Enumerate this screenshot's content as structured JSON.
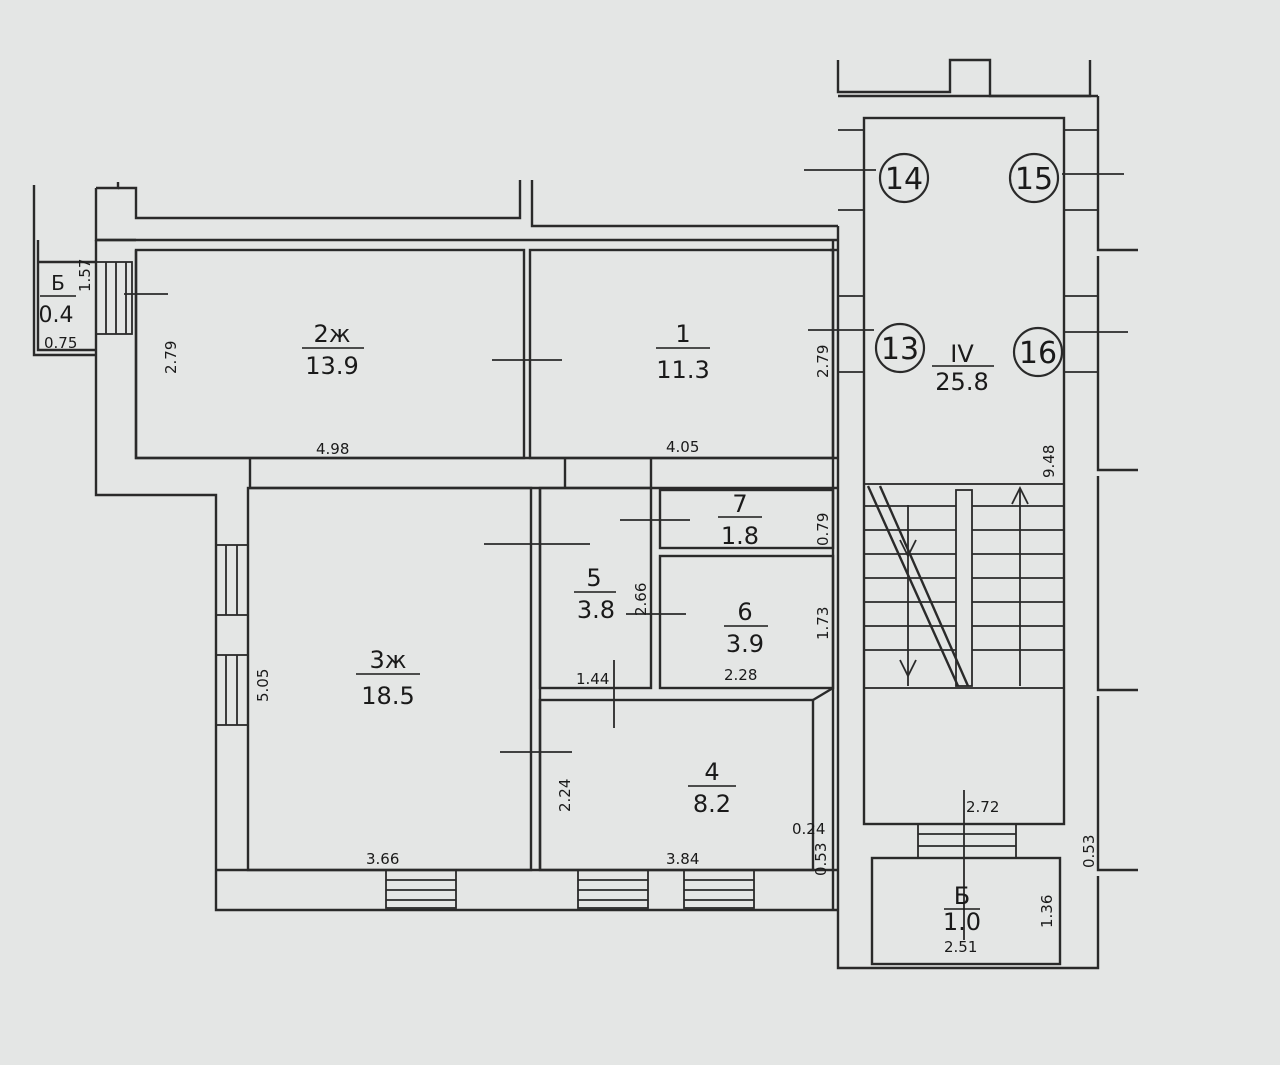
{
  "rooms": [
    {
      "id": "1",
      "num": "1",
      "area": "11.3"
    },
    {
      "id": "2",
      "num": "2ж",
      "area": "13.9"
    },
    {
      "id": "3",
      "num": "3ж",
      "area": "18.5"
    },
    {
      "id": "4",
      "num": "4",
      "area": "8.2"
    },
    {
      "id": "5",
      "num": "5",
      "area": "3.8"
    },
    {
      "id": "6",
      "num": "6",
      "area": "3.9"
    },
    {
      "id": "7",
      "num": "7",
      "area": "1.8"
    },
    {
      "id": "IV",
      "num": "IV",
      "area": "25.8"
    },
    {
      "id": "b1",
      "num": "Б",
      "area": "1.0"
    },
    {
      "id": "b2",
      "num": "Б",
      "area": "0.4"
    }
  ],
  "dimensions": [
    "1.57",
    "0.75",
    "2.79",
    "4.98",
    "4.05",
    "2.79",
    "9.48",
    "0.79",
    "2.66",
    "1.73",
    "1.44",
    "2.28",
    "5.05",
    "2.24",
    "3.66",
    "3.84",
    "0.24",
    "0.53",
    "2.72",
    "0.53",
    "1.36",
    "2.51"
  ],
  "markers": [
    "14",
    "15",
    "13",
    "16"
  ]
}
